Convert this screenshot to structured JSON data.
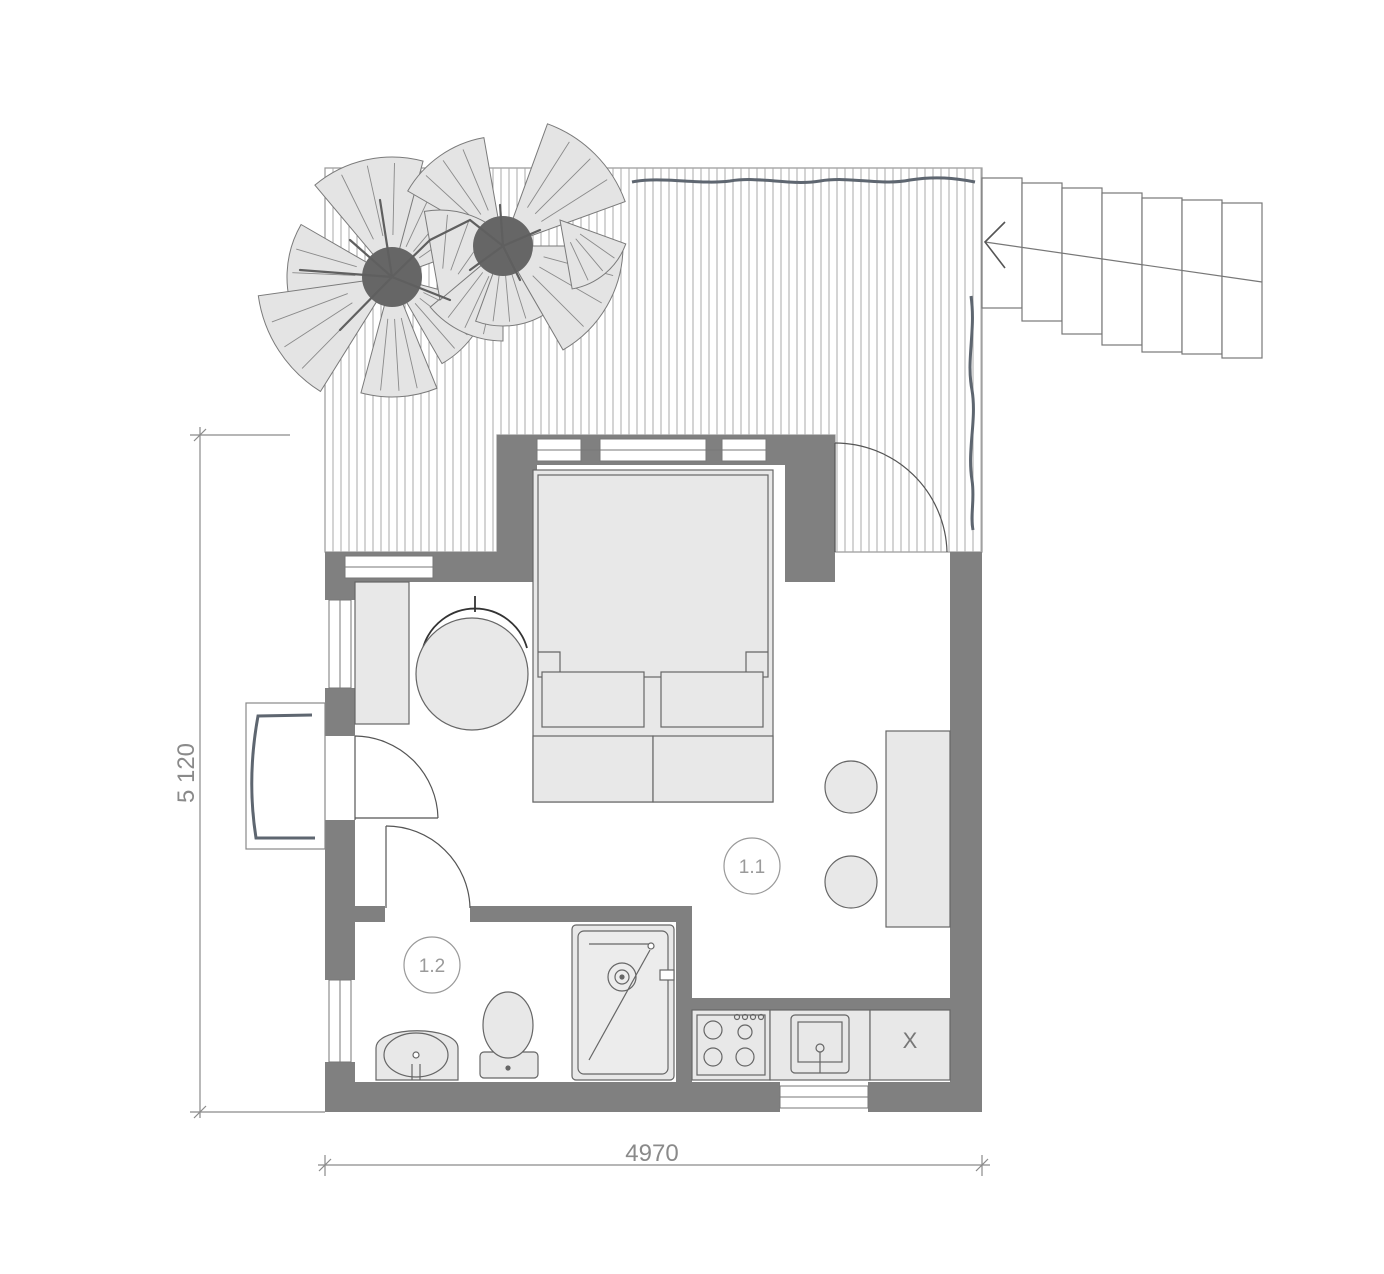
{
  "dimensions": {
    "width_label": "4970",
    "height_label": "5 120"
  },
  "rooms": [
    {
      "id": "room-1-1",
      "label": "1.1"
    },
    {
      "id": "room-1-2",
      "label": "1.2"
    }
  ],
  "kitchen": {
    "unused_cabinet_mark": "X"
  },
  "colors": {
    "wall": "#808080",
    "furniture_fill": "#e8e8e8",
    "line": "#666666",
    "deck_line": "#9a9a9a",
    "dimension_line": "#8a8a8a",
    "railing": "#5e6670"
  }
}
